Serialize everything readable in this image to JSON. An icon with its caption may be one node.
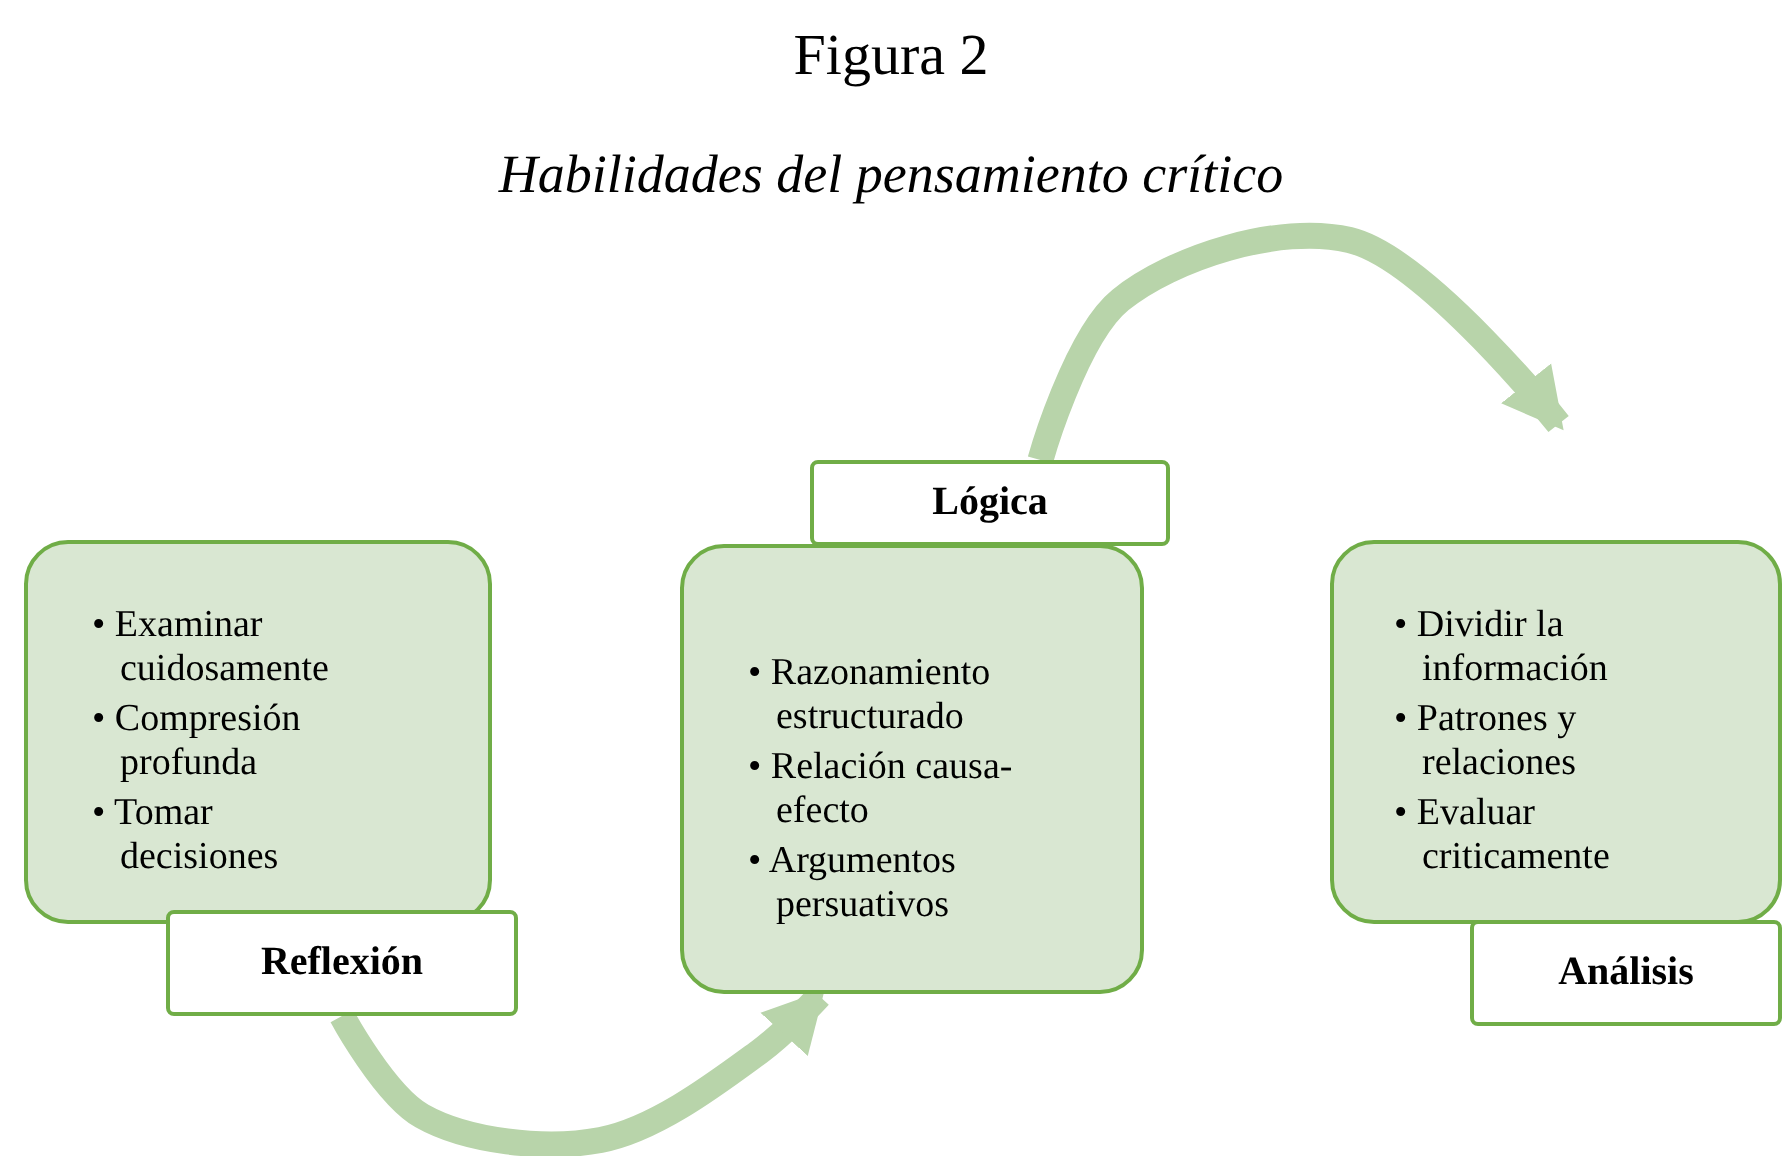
{
  "diagram": {
    "title": "Figura 2",
    "caption": "Habilidades del pensamiento crítico",
    "nodes": [
      {
        "text": [
          "• Examinar cuidosamente",
          "• Compresión profunda",
          "• Tomar decisiones"
        ]
      },
      {
        "text": [
          "Reflexión"
        ]
      },
      {
        "text": [
          "• Razonamiento estructurado",
          "• Relación causa-efecto",
          "• Argumentos persuativos"
        ]
      },
      {
        "text": [
          "Lógica"
        ]
      },
      {
        "text": [
          "• Dividir la información",
          "• Patrones y relaciones",
          "• Evaluar criticamente"
        ]
      },
      {
        "text": [
          "Análisis"
        ]
      }
    ],
    "edges": [
      {
        "from": 1,
        "to": 2,
        "arrow": "to"
      },
      {
        "from": 3,
        "to": 4,
        "arrow": "to"
      }
    ]
  }
}
